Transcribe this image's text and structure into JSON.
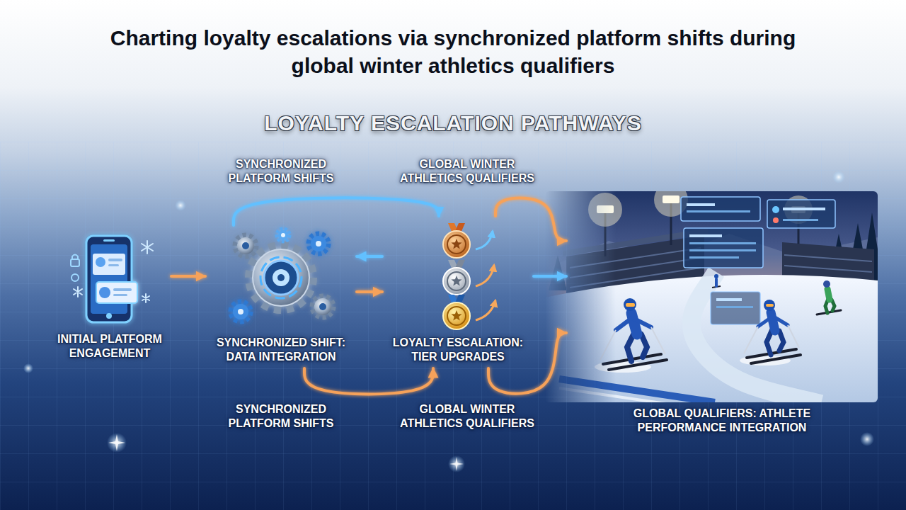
{
  "diagram": {
    "title": "Charting loyalty escalations via synchronized platform shifts during global winter athletics qualifiers",
    "nodes": [
      {
        "text": [
          "INITIAL PLATFORM ENGAGEMENT"
        ]
      },
      {
        "text": [
          "SYNCHRONIZED SHIFT: DATA INTEGRATION"
        ]
      },
      {
        "text": [
          "LOYALTY ESCALATION: TIER UPGRADES"
        ]
      },
      {
        "text": [
          "GLOBAL QUALIFIERS: ATHLETE PERFORMANCE INTEGRATION"
        ]
      }
    ],
    "edges": [
      {
        "from": 0,
        "to": 1,
        "arrow": "to"
      },
      {
        "from": 1,
        "to": 2,
        "label": "SYNCHRONIZED PLATFORM SHIFTS",
        "arrow": "to"
      },
      {
        "from": 1,
        "to": 2,
        "arrow": "to"
      },
      {
        "from": 2,
        "to": 1,
        "arrow": "to"
      },
      {
        "from": 1,
        "to": 2,
        "label": "SYNCHRONIZED PLATFORM SHIFTS",
        "arrow": "to"
      },
      {
        "from": 2,
        "to": 3,
        "label": "GLOBAL WINTER ATHLETICS QUALIFIERS",
        "arrow": "to"
      },
      {
        "from": 2,
        "to": 3,
        "arrow": "to"
      },
      {
        "from": 2,
        "to": 3,
        "label": "GLOBAL WINTER ATHLETICS QUALIFIERS",
        "arrow": "to"
      }
    ],
    "labels": [
      "LOYALTY ESCALATION PATHWAYS"
    ]
  }
}
